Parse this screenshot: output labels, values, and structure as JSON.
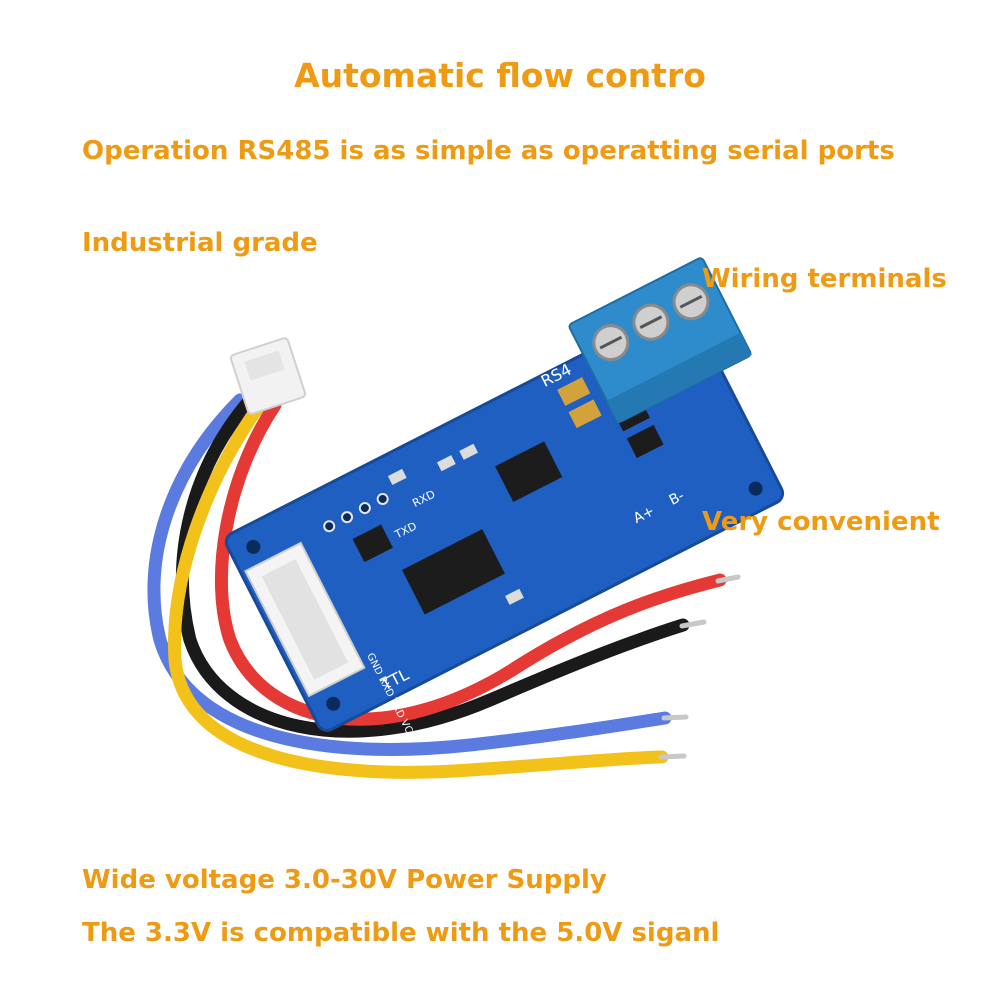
{
  "captions": {
    "title": "Automatic flow contro",
    "line2": "Operation RS485 is as simple as operatting serial ports",
    "line3": "Industrial grade",
    "line4": "Wiring terminals",
    "line5": "Very convenient",
    "line6": "Wide voltage 3.0-30V Power Supply",
    "line7": "The 3.3V is compatible with the 5.0V siganl"
  },
  "board_silkscreen": {
    "rs485": "RS4",
    "a_plus": "A+",
    "b_minus": "B-",
    "ttl": "TTL",
    "pins": "GND RXD TXD VCC",
    "rxd": "RXD",
    "txd": "TXD"
  },
  "colors": {
    "caption": "#ee9a12",
    "board": "#1f5fc2",
    "terminal": "#2e8ccc",
    "wire_red": "#e53935",
    "wire_black": "#1a1a1a",
    "wire_yellow": "#f2c21b",
    "wire_blue": "#5b7be0"
  }
}
